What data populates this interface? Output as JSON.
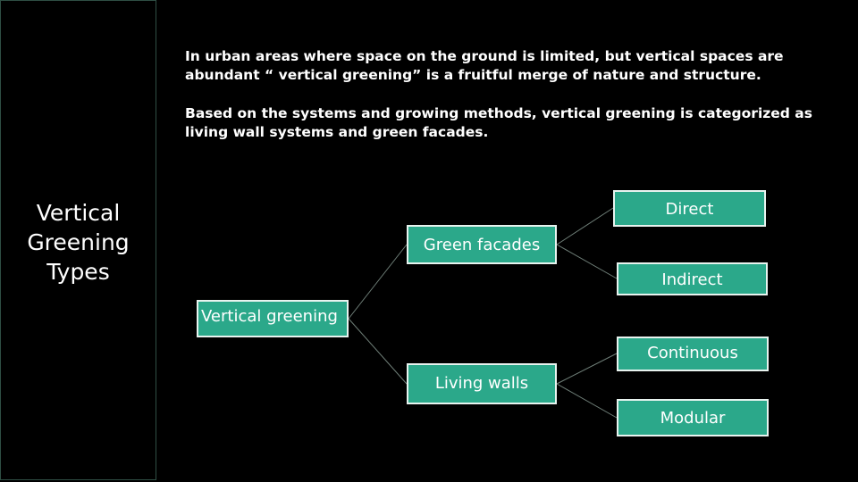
{
  "sidebar": {
    "title_lines": [
      "Vertical",
      "Greening",
      "Types"
    ]
  },
  "intro": {
    "paragraph1": "In urban areas where space on the ground is limited, but vertical spaces are abundant “ vertical greening” is a fruitful merge of nature and structure.",
    "paragraph2": "Based on the systems and growing methods, vertical greening is categorized as living wall systems and green facades."
  },
  "diagram": {
    "root": "Vertical greening",
    "branches": [
      {
        "label": "Green facades",
        "children": [
          "Direct",
          "Indirect"
        ]
      },
      {
        "label": "Living walls",
        "children": [
          "Continuous",
          "Modular"
        ]
      }
    ]
  },
  "colors": {
    "background": "#000000",
    "node_fill": "#2ba88a",
    "node_border": "#e8f3ef",
    "connector": "#6f7f78",
    "panel_border": "#2f4f44"
  }
}
